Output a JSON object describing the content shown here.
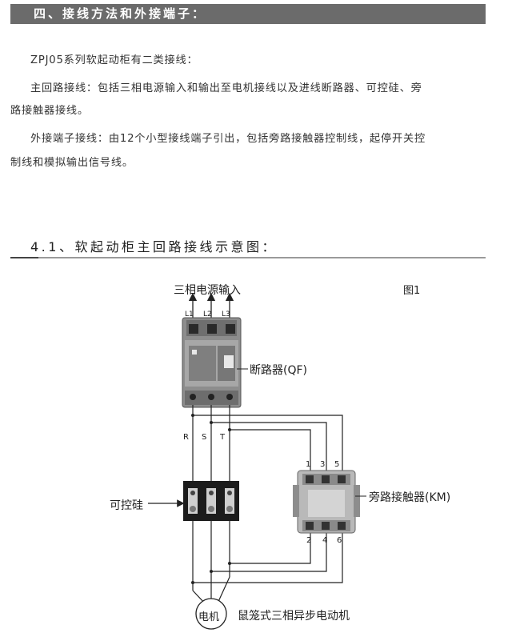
{
  "section4": {
    "title": "四、接线方法和外接端子：",
    "intro": "ZPJ05系列软起动柜有二类接线：",
    "main_circuit_line1": "主回路接线：包括三相电源输入和输出至电机接线以及进线断路器、可控硅、旁",
    "main_circuit_line2": "路接触器接线。",
    "terminal_line1": "外接端子接线：由12个小型接线端子引出，包括旁路接触器控制线，起停开关控",
    "terminal_line2": "制线和模拟输出信号线。"
  },
  "section41": {
    "title": "4.1、软起动柜主回路接线示意图："
  },
  "diagram": {
    "power_input": "三相电源输入",
    "figure_label": "图1",
    "phase_in": [
      "L1",
      "L2",
      "L3"
    ],
    "breaker": "断路器(QF)",
    "phase_out": [
      "R",
      "S",
      "T"
    ],
    "thyristor": "可控硅",
    "contactor": "旁路接触器(KM)",
    "contactor_top_terminals": [
      "1",
      "3",
      "5"
    ],
    "contactor_bottom_terminals": [
      "2",
      "4",
      "6"
    ],
    "motor_symbol": "电机",
    "motor_label": "鼠笼式三相异步电动机"
  }
}
